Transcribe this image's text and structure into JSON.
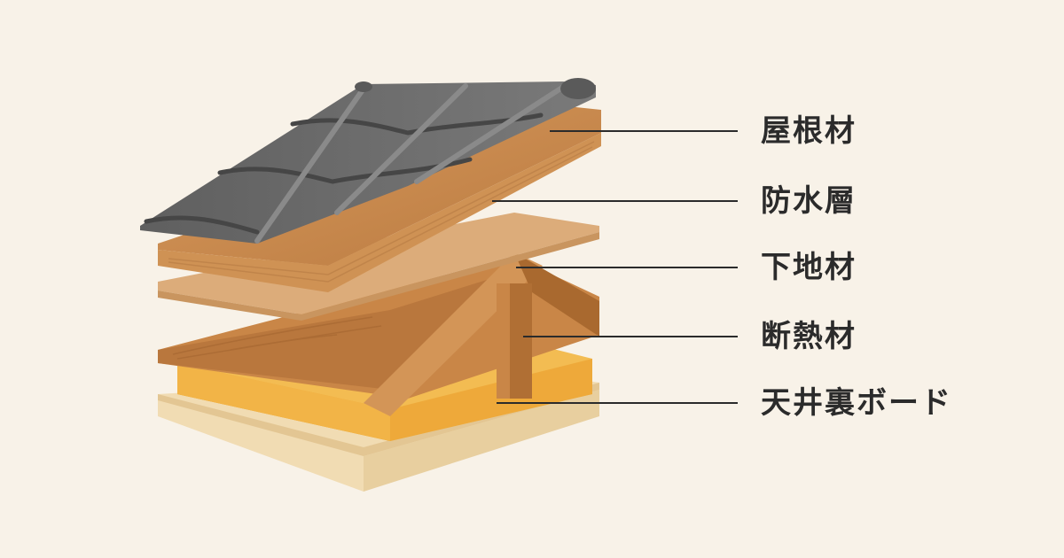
{
  "diagram": {
    "labels": [
      {
        "id": "roof-material",
        "text": "屋根材"
      },
      {
        "id": "waterproof-layer",
        "text": "防水層"
      },
      {
        "id": "base-material",
        "text": "下地材"
      },
      {
        "id": "insulation",
        "text": "断熱材"
      },
      {
        "id": "ceiling-board",
        "text": "天井裏ボード"
      }
    ]
  },
  "colors": {
    "background": "#f8f2e8",
    "roof_tile": "#6e6e6e",
    "roof_tile_dark": "#4f4f4f",
    "waterproof_wood": "#c98a50",
    "base_board": "#d9a875",
    "rafter_wood": "#b8773e",
    "insulation": "#f0b448",
    "ceiling_board": "#efd7aa",
    "leader_line": "#2b2b2b",
    "label_text": "#2b2b2b"
  }
}
